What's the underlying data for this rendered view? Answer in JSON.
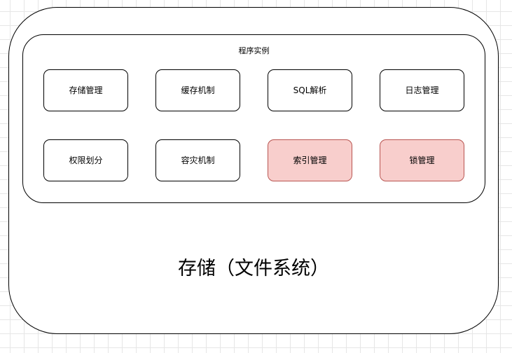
{
  "diagram": {
    "outer_label": "存储（文件系统）",
    "inner_label": "程序实例",
    "modules": [
      {
        "label": "存储管理",
        "highlight": false
      },
      {
        "label": "缓存机制",
        "highlight": false
      },
      {
        "label": "SQL解析",
        "highlight": false
      },
      {
        "label": "日志管理",
        "highlight": false
      },
      {
        "label": "权限划分",
        "highlight": false
      },
      {
        "label": "容灾机制",
        "highlight": false
      },
      {
        "label": "索引管理",
        "highlight": true
      },
      {
        "label": "锁管理",
        "highlight": true
      }
    ],
    "colors": {
      "highlight_fill": "#f8cecc",
      "highlight_stroke": "#b85450",
      "default_fill": "#ffffff",
      "stroke": "#000000"
    }
  }
}
